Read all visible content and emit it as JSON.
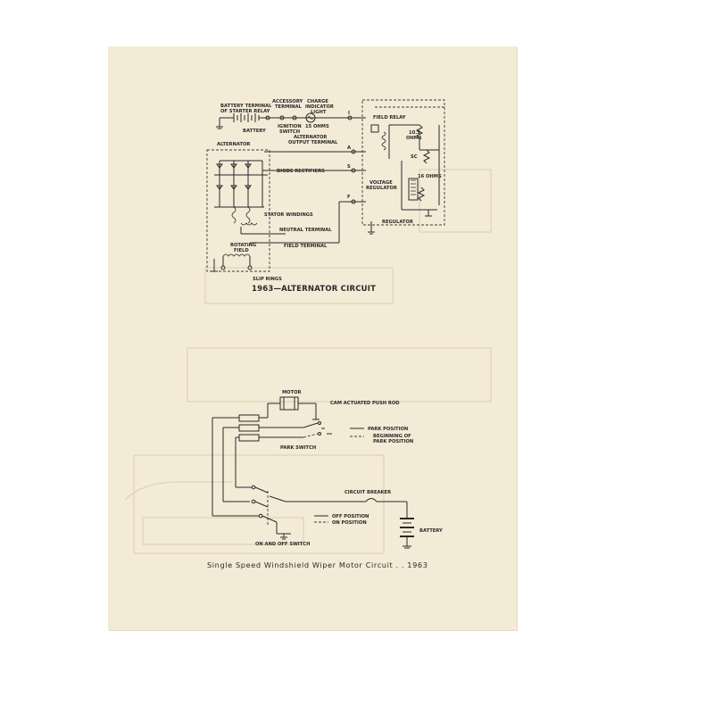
{
  "alternator_circuit": {
    "caption": "1963—ALTERNATOR CIRCUIT",
    "labels": {
      "battery_terminal": [
        "BATTERY TERMINAL",
        "OF STARTER RELAY"
      ],
      "battery": "BATTERY",
      "accessory_terminal": [
        "ACCESSORY",
        "TERMINAL"
      ],
      "ignition_switch": [
        "IGNITION",
        "SWITCH"
      ],
      "charge_indicator": [
        "CHARGE",
        "INDICATOR",
        "LIGHT"
      ],
      "ohms_15": "15 OHMS",
      "alternator_output": [
        "ALTERNATOR",
        "OUTPUT TERMINAL"
      ],
      "field_relay": "FIELD RELAY",
      "alternator": "ALTERNATOR",
      "ohms_10_5": [
        "10.5",
        "OHMS"
      ],
      "diode_rectifiers": "DIODE RECTIFIERS",
      "sc": "SC",
      "ohms_16": "16 OHMS",
      "voltage_regulator": [
        "VOLTAGE",
        "REGULATOR"
      ],
      "stator_windings": "STATOR WINDINGS",
      "regulator": "REGULATOR",
      "neutral_terminal": "NEUTRAL TERMINAL",
      "field_terminal": "FIELD TERMINAL",
      "rotating_field": [
        "ROTATING",
        "FIELD"
      ],
      "slip_rings": "SLIP RINGS",
      "term_i": "I",
      "term_a": "A",
      "term_s": "S",
      "term_f": "F"
    }
  },
  "wiper_circuit": {
    "caption": "Single Speed Windshield Wiper Motor Circuit . . 1963",
    "labels": {
      "motor": "MOTOR",
      "cam_push_rod": "CAM ACTUATED PUSH ROD",
      "park_position": "PARK POSITION",
      "beginning_park": [
        "BEGINNING OF",
        "PARK POSITION"
      ],
      "park_switch": "PARK SWITCH",
      "circuit_breaker": "CIRCUIT BREAKER",
      "off_position": "OFF POSITION",
      "on_position": "ON POSITION",
      "battery": "BATTERY",
      "on_off_switch": "ON AND OFF SWITCH"
    }
  }
}
